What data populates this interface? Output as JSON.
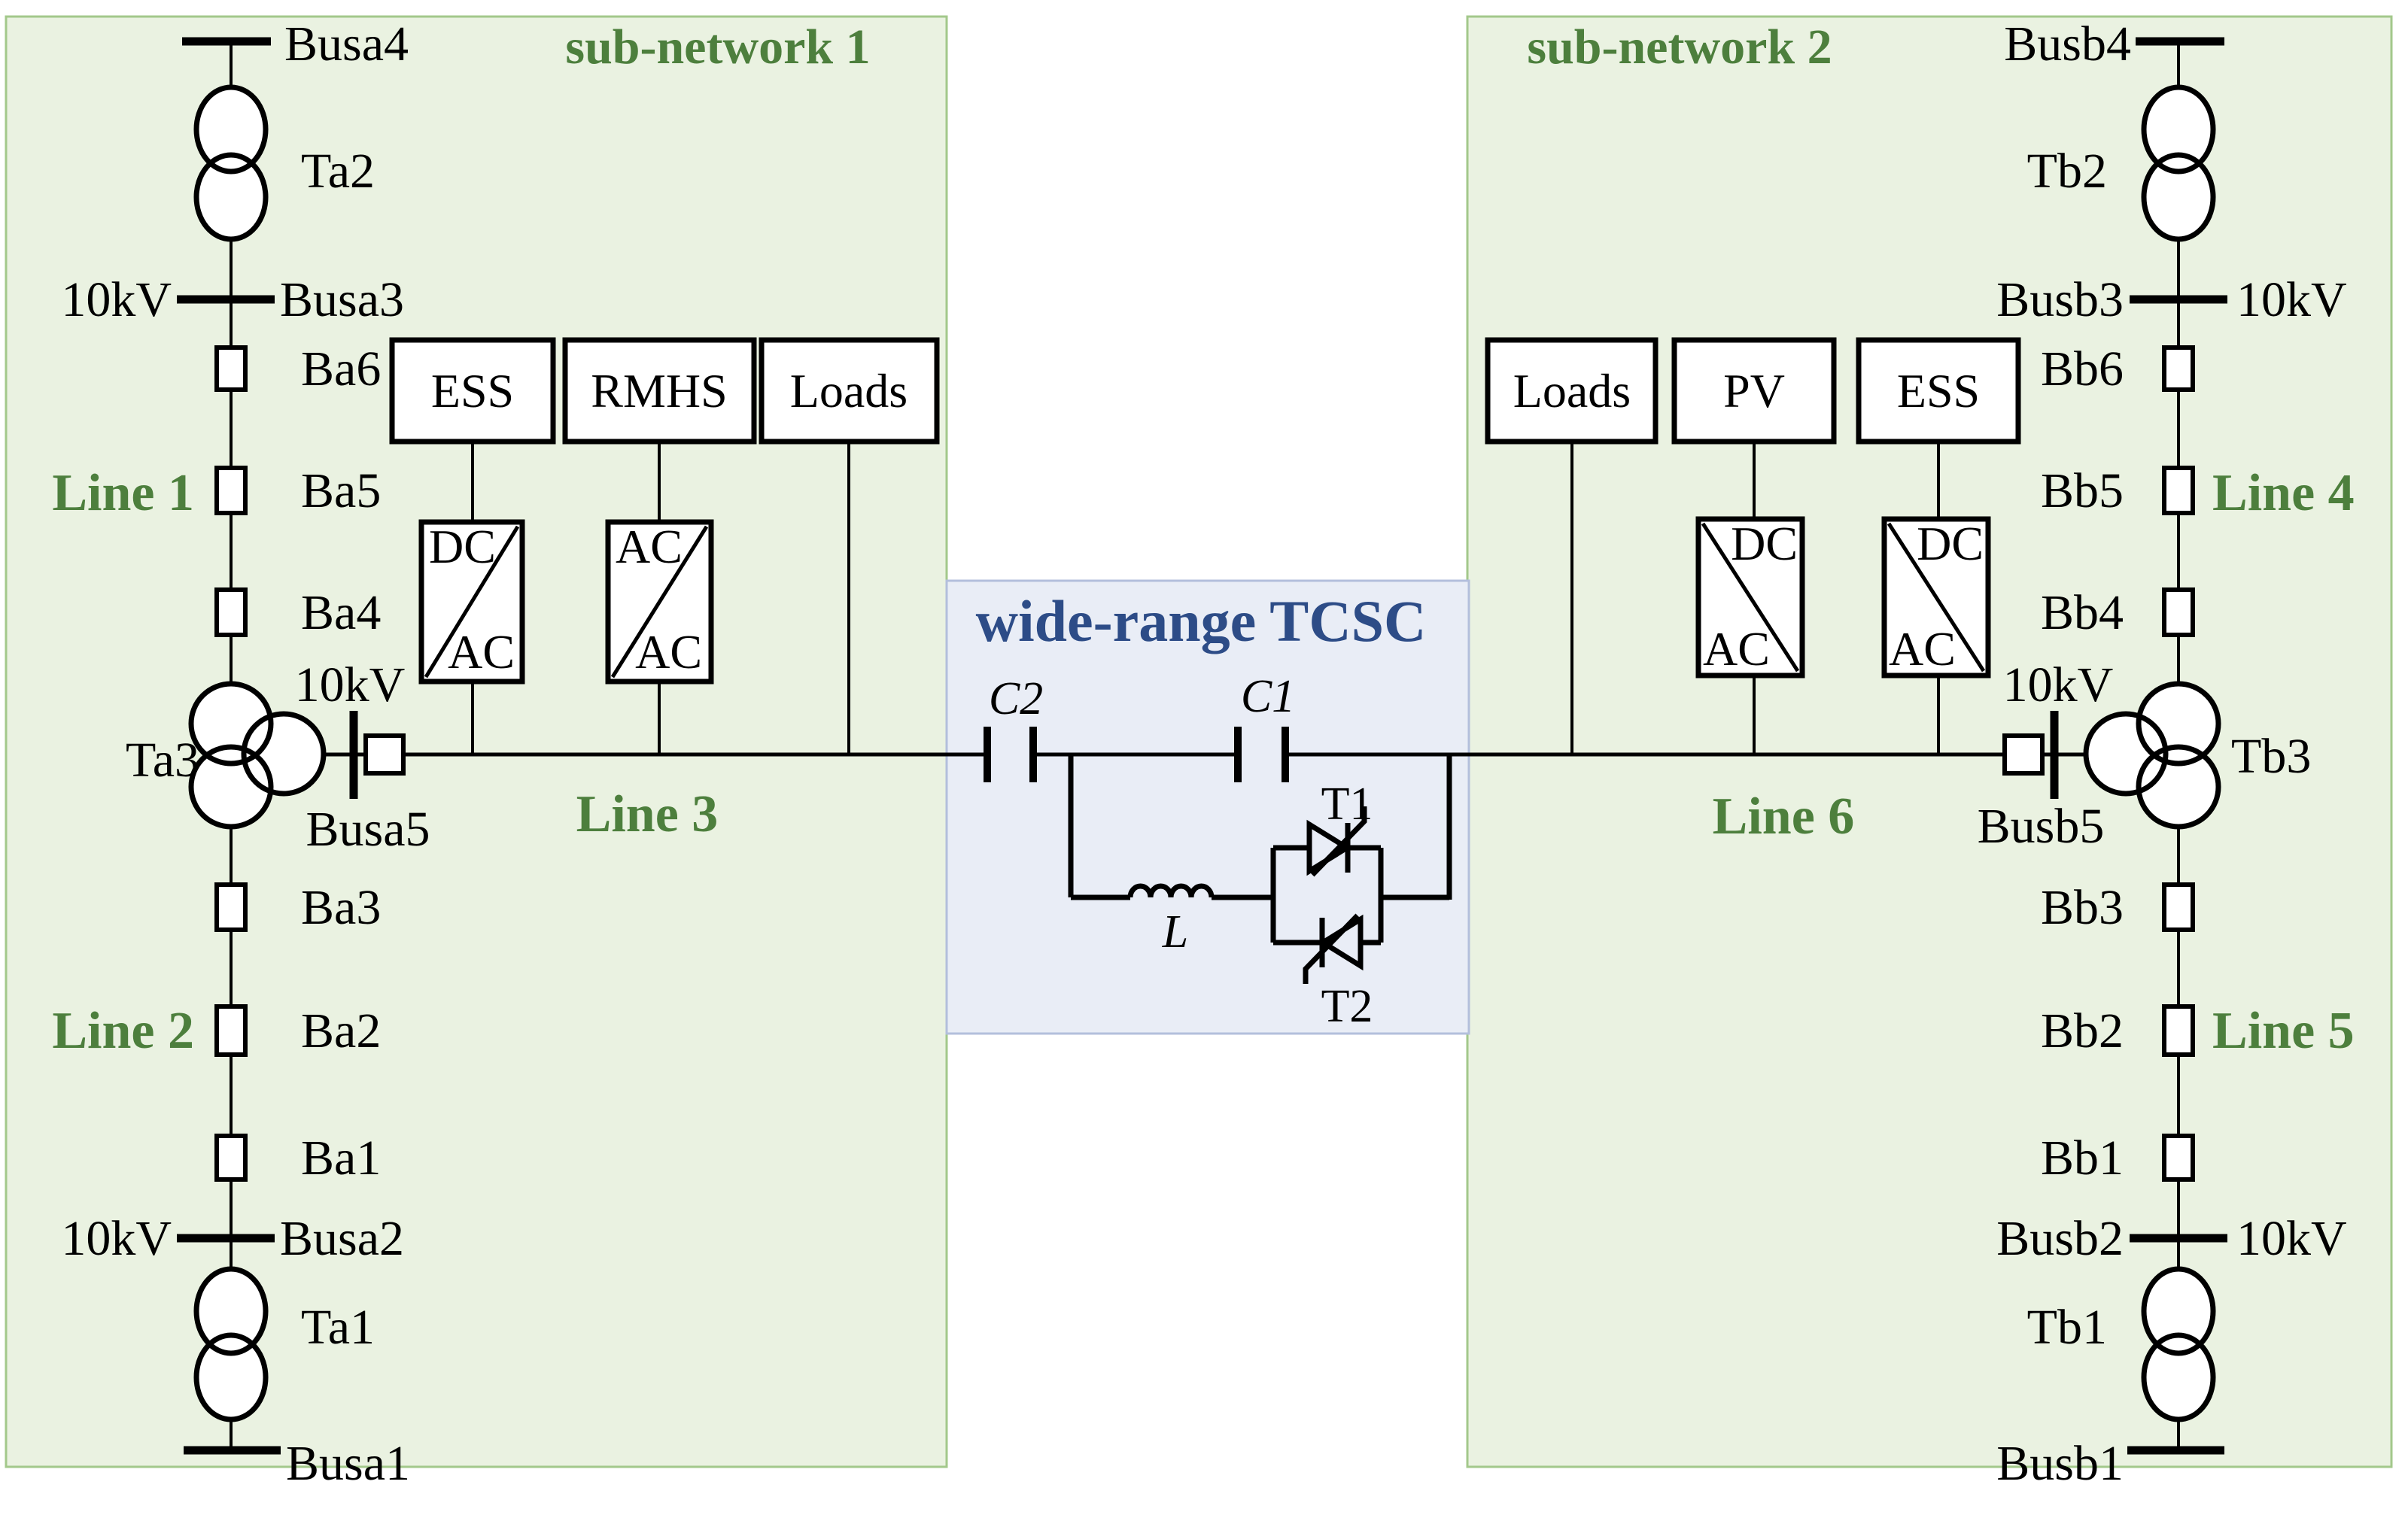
{
  "colors": {
    "green_fill": "#eaf2e1",
    "green_border": "#a3c88b",
    "green_text": "#4d7f3d",
    "blue_fill": "#e9edf6",
    "blue_border": "#b3bfdc",
    "blue_text": "#2d4c87",
    "line": "#000000"
  },
  "voltage_label": "10kV",
  "sn1": {
    "title": "sub-network 1",
    "buses": {
      "busa1": "Busa1",
      "busa2": "Busa2",
      "busa3": "Busa3",
      "busa4": "Busa4",
      "busa5": "Busa5"
    },
    "transformers": {
      "ta1": "Ta1",
      "ta2": "Ta2",
      "ta3": "Ta3"
    },
    "breakers": {
      "ba1": "Ba1",
      "ba2": "Ba2",
      "ba3": "Ba3",
      "ba4": "Ba4",
      "ba5": "Ba5",
      "ba6": "Ba6"
    },
    "line_labels": {
      "line1": "Line 1",
      "line2": "Line 2",
      "line3": "Line 3"
    },
    "units": {
      "ess": "ESS",
      "rmhs": "RMHS",
      "loads": "Loads"
    },
    "converter_dc_ac": {
      "top": "DC",
      "bottom": "AC"
    },
    "converter_ac_ac": {
      "top": "AC",
      "bottom": "AC"
    }
  },
  "tcsc": {
    "title": "wide-range TCSC",
    "capacitor1": "C1",
    "capacitor2": "C2",
    "thyristor1": "T1",
    "thyristor2": "T2",
    "inductor": "L"
  },
  "sn2": {
    "title": "sub-network 2",
    "buses": {
      "busb1": "Busb1",
      "busb2": "Busb2",
      "busb3": "Busb3",
      "busb4": "Busb4",
      "busb5": "Busb5"
    },
    "transformers": {
      "tb1": "Tb1",
      "tb2": "Tb2",
      "tb3": "Tb3"
    },
    "breakers": {
      "bb1": "Bb1",
      "bb2": "Bb2",
      "bb3": "Bb3",
      "bb4": "Bb4",
      "bb5": "Bb5",
      "bb6": "Bb6"
    },
    "line_labels": {
      "line4": "Line 4",
      "line5": "Line 5",
      "line6": "Line 6"
    },
    "units": {
      "loads": "Loads",
      "pv": "PV",
      "ess": "ESS"
    },
    "converter_pv": {
      "top": "DC",
      "bottom": "AC"
    },
    "converter_ess": {
      "top": "DC",
      "bottom": "AC"
    }
  }
}
